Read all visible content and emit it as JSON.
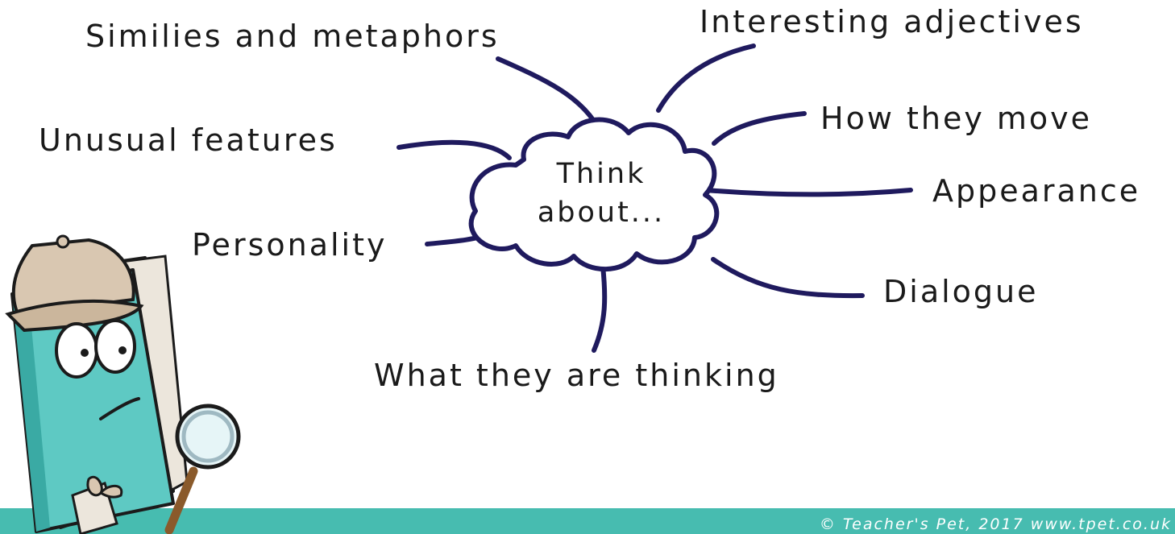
{
  "center": {
    "line1": "Think",
    "line2": "about..."
  },
  "branches": [
    {
      "id": "similes",
      "label": "Similies and metaphors"
    },
    {
      "id": "adjectives",
      "label": "Interesting adjectives"
    },
    {
      "id": "movement",
      "label": "How they move"
    },
    {
      "id": "features",
      "label": "Unusual features"
    },
    {
      "id": "appearance",
      "label": "Appearance"
    },
    {
      "id": "personality",
      "label": "Personality"
    },
    {
      "id": "dialogue",
      "label": "Dialogue"
    },
    {
      "id": "thinking",
      "label": "What they are thinking"
    }
  ],
  "footer": {
    "copyright": "© Teacher's Pet, 2017 www.tpet.co.uk"
  },
  "mascot": {
    "icon": "detective-book-icon"
  },
  "colors": {
    "line": "#1f1a5e",
    "teal": "#47bcb0",
    "book": "#5ec9c3",
    "book_dark": "#2f9e98",
    "hat": "#d9c7b1"
  }
}
